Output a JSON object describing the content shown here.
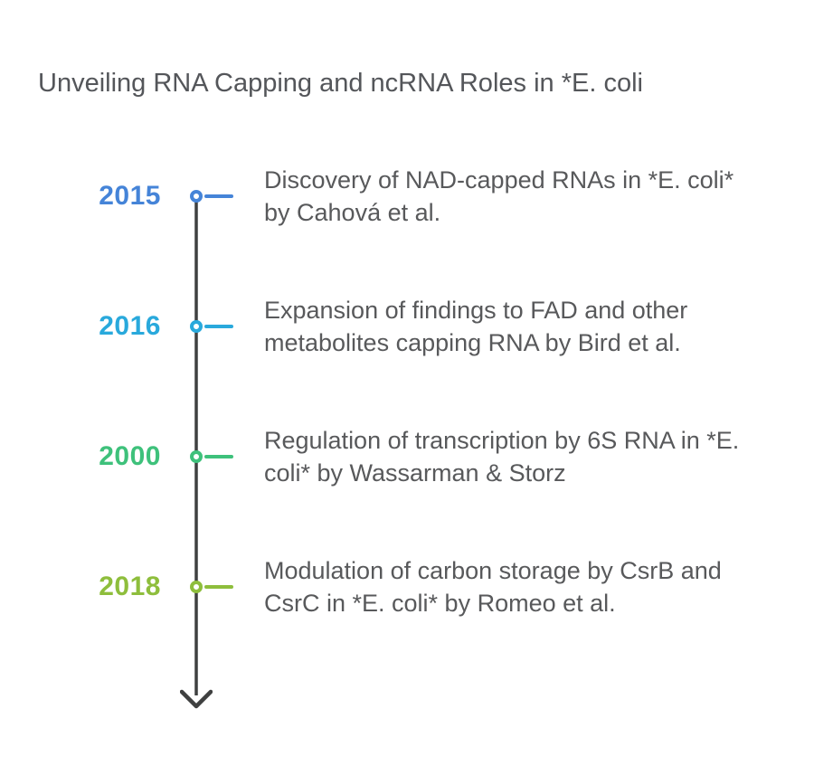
{
  "title": "Unveiling RNA Capping and ncRNA Roles in *E. coli",
  "colors": {
    "axis": "#3f4040",
    "body_text": "#58595b",
    "title_text": "#54565a"
  },
  "timeline": {
    "events": [
      {
        "year": "2015",
        "color": "#4584d8",
        "description": "Discovery of NAD-capped RNAs in *E. coli* by Cahová et al.",
        "lines": [
          "Discovery of NAD-capped RNAs in *E. coli*",
          "by Cahová et al."
        ]
      },
      {
        "year": "2016",
        "color": "#29a9dc",
        "description": "Expansion of findings to FAD and other metabolites capping RNA by Bird et al.",
        "lines": [
          "Expansion of findings to FAD and other",
          "metabolites capping RNA by Bird et al."
        ]
      },
      {
        "year": "2000",
        "color": "#3ec17b",
        "description": "Regulation of transcription by 6S RNA in *E. coli* by Wassarman & Storz",
        "lines": [
          "Regulation of transcription by 6S RNA in *E.",
          "coli* by Wassarman & Storz"
        ]
      },
      {
        "year": "2018",
        "color": "#8ebe3c",
        "description": "Modulation of carbon storage by CsrB and CsrC in *E. coli* by Romeo et al.",
        "lines": [
          "Modulation of carbon storage by CsrB and",
          "CsrC in *E. coli* by Romeo et al."
        ]
      }
    ]
  }
}
